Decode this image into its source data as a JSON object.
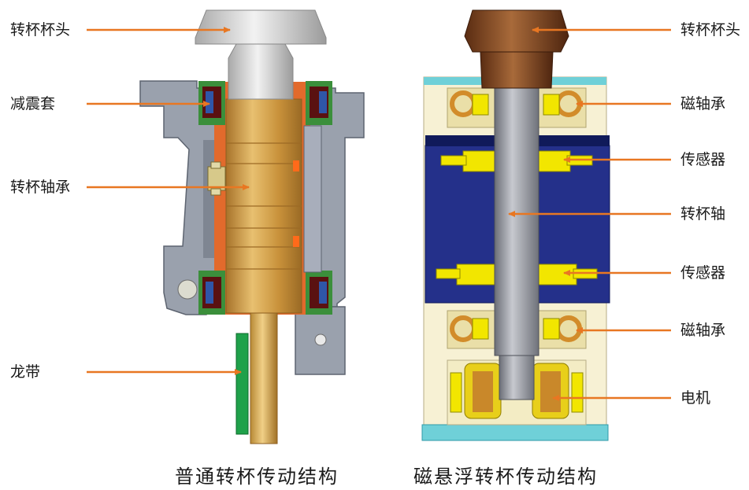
{
  "left_labels": [
    "转杯杯头",
    "减震套",
    "转杯轴承",
    "龙带"
  ],
  "right_labels": [
    "转杯杯头",
    "磁轴承",
    "传感器",
    "转杯轴",
    "传感器",
    "磁轴承",
    "电机"
  ],
  "captions": {
    "left": "普通转杯传动结构",
    "right": "磁悬浮转杯传动结构"
  },
  "colors": {
    "arrow": "#e87722",
    "housing": "#9aa1ad",
    "bronze": "#c9953a",
    "navy": "#24308a",
    "cream": "#f7f1d4",
    "cup_head_left": "#cfcfcf",
    "cup_head_right": "#7a4322",
    "sensor_yellow": "#f2e600",
    "teal": "#6fd0d8"
  }
}
